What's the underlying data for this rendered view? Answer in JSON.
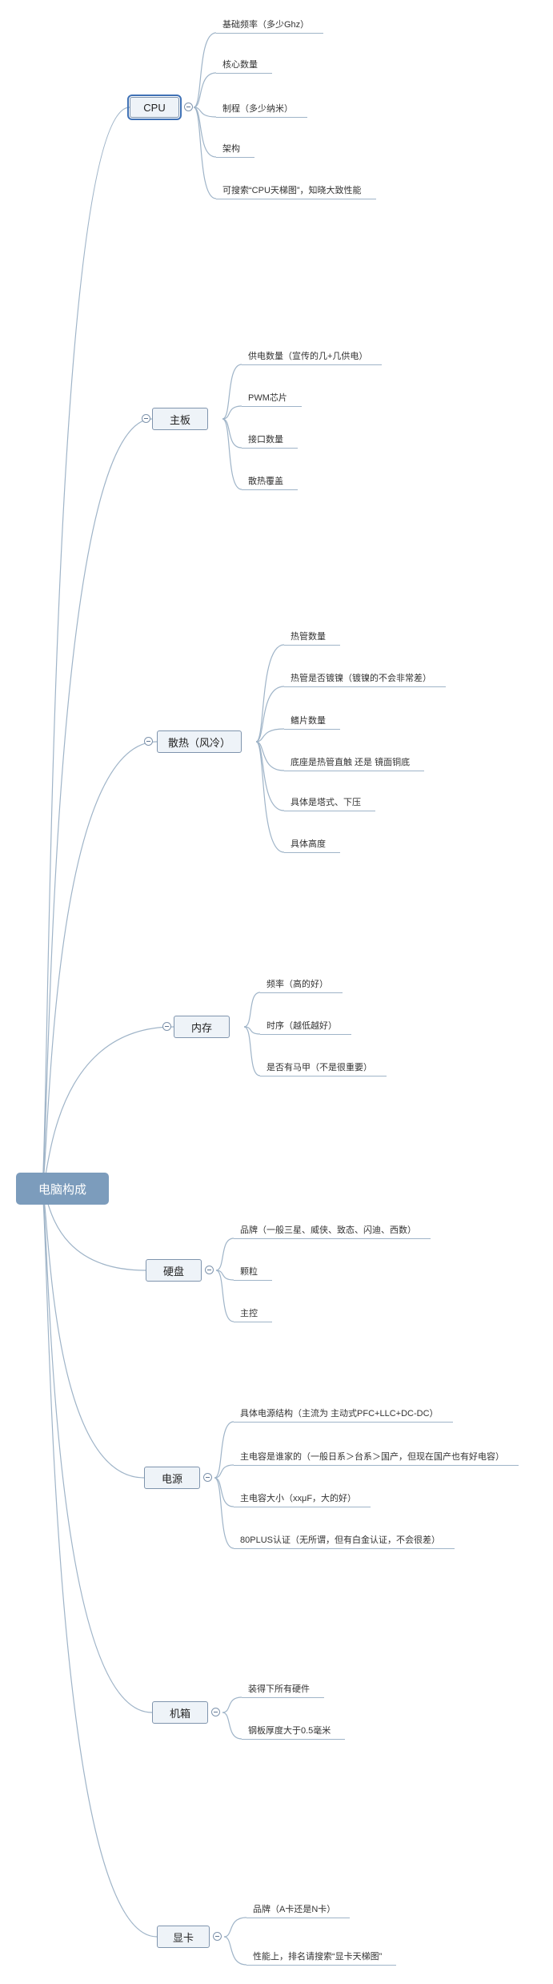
{
  "mindmap": {
    "root": "电脑构成",
    "branches": [
      {
        "label": "CPU",
        "selected": true,
        "items": [
          "基础频率（多少Ghz）",
          "核心数量",
          "制程（多少纳米）",
          "架构",
          "可搜索“CPU天梯图”，知晓大致性能"
        ]
      },
      {
        "label": "主板",
        "items": [
          "供电数量（宣传的几+几供电）",
          "PWM芯片",
          "接口数量",
          "散热覆盖"
        ]
      },
      {
        "label": "散热（风冷）",
        "items": [
          "热管数量",
          "热管是否镀镍（镀镍的不会非常差）",
          "鳍片数量",
          "底座是热管直触 还是 镜面铜底",
          "具体是塔式、下压",
          "具体高度"
        ]
      },
      {
        "label": "内存",
        "items": [
          "频率（高的好）",
          "时序（越低越好）",
          "是否有马甲（不是很重要）"
        ]
      },
      {
        "label": "硬盘",
        "items": [
          "品牌（一般三星、威侠、致态、闪迪、西数）",
          "颗粒",
          "主控"
        ]
      },
      {
        "label": "电源",
        "items": [
          "具体电源结构（主流为 主动式PFC+LLC+DC-DC）",
          "主电容是谁家的（一般日系＞台系＞国产，但现在国产也有好电容）",
          "主电容大小（xxμF，大的好）",
          "80PLUS认证（无所谓，但有白金认证，不会很差）"
        ]
      },
      {
        "label": "机箱",
        "items": [
          "装得下所有硬件",
          "钢板厚度大于0.5毫米"
        ]
      },
      {
        "label": "显卡",
        "items": [
          "品牌（A卡还是N卡）",
          "性能上，排名请搜索“显卡天梯图”"
        ]
      }
    ]
  }
}
